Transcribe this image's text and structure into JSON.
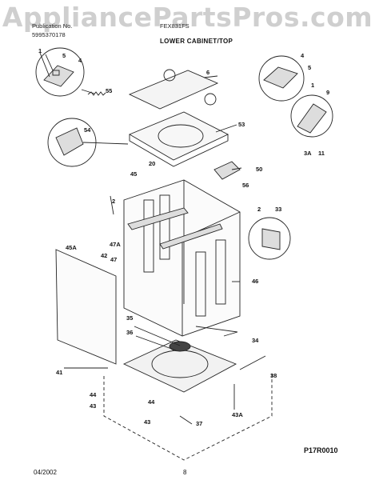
{
  "watermark": "AppliancePartsPros.com",
  "header": {
    "line1_left": "Publication No.",
    "line1_right": "FEX831FS",
    "line2_left": "5995370178",
    "section_title": "LOWER CABINET/TOP"
  },
  "callouts": [
    {
      "id": "c1a",
      "text": "1"
    },
    {
      "id": "c5a",
      "text": "5"
    },
    {
      "id": "c4a",
      "text": "4"
    },
    {
      "id": "c55",
      "text": "55"
    },
    {
      "id": "c6",
      "text": "6"
    },
    {
      "id": "c4b",
      "text": "4"
    },
    {
      "id": "c5b",
      "text": "5"
    },
    {
      "id": "c1b",
      "text": "1"
    },
    {
      "id": "c9",
      "text": "9"
    },
    {
      "id": "c3a",
      "text": "3A"
    },
    {
      "id": "c11",
      "text": "11"
    },
    {
      "id": "c54",
      "text": "54"
    },
    {
      "id": "c53",
      "text": "53"
    },
    {
      "id": "c20",
      "text": "20"
    },
    {
      "id": "c50",
      "text": "50"
    },
    {
      "id": "c56",
      "text": "56"
    },
    {
      "id": "c45",
      "text": "45"
    },
    {
      "id": "c2a",
      "text": "2"
    },
    {
      "id": "c2b",
      "text": "2"
    },
    {
      "id": "c33",
      "text": "33"
    },
    {
      "id": "c47a",
      "text": "47A"
    },
    {
      "id": "c45a",
      "text": "45A"
    },
    {
      "id": "c42",
      "text": "42"
    },
    {
      "id": "c47",
      "text": "47"
    },
    {
      "id": "c46",
      "text": "46"
    },
    {
      "id": "c35",
      "text": "35"
    },
    {
      "id": "c36",
      "text": "36"
    },
    {
      "id": "c34",
      "text": "34"
    },
    {
      "id": "c41",
      "text": "41"
    },
    {
      "id": "c38",
      "text": "38"
    },
    {
      "id": "c44a",
      "text": "44"
    },
    {
      "id": "c43a",
      "text": "43"
    },
    {
      "id": "c44b",
      "text": "44"
    },
    {
      "id": "c43b",
      "text": "43"
    },
    {
      "id": "c37",
      "text": "37"
    },
    {
      "id": "c43A",
      "text": "43A"
    }
  ],
  "drawing_code": "P17R0010",
  "footer": {
    "date": "04/2002",
    "page": "8"
  }
}
